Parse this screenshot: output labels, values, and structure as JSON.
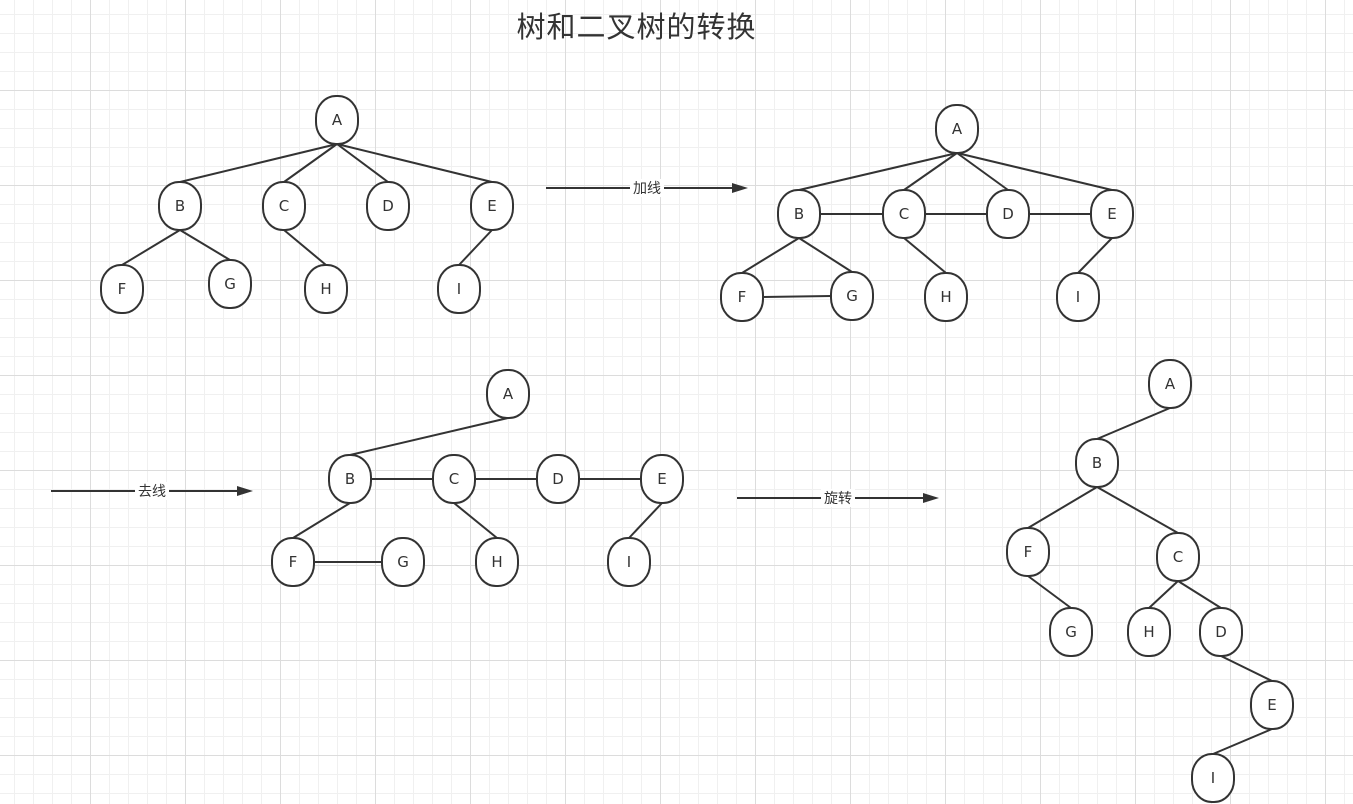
{
  "title": "树和二叉树的转换",
  "colors": {
    "stroke": "#333333",
    "background": "#ffffff",
    "grid": "#dcdcdc"
  },
  "steps": [
    {
      "name": "original-tree",
      "nodes": [
        "A",
        "B",
        "C",
        "D",
        "E",
        "F",
        "G",
        "H",
        "I"
      ],
      "edges": [
        [
          "A",
          "B"
        ],
        [
          "A",
          "C"
        ],
        [
          "A",
          "D"
        ],
        [
          "A",
          "E"
        ],
        [
          "B",
          "F"
        ],
        [
          "B",
          "G"
        ],
        [
          "C",
          "H"
        ],
        [
          "E",
          "I"
        ]
      ]
    },
    {
      "name": "add-lines",
      "nodes": [
        "A",
        "B",
        "C",
        "D",
        "E",
        "F",
        "G",
        "H",
        "I"
      ],
      "edges": [
        [
          "A",
          "B"
        ],
        [
          "A",
          "C"
        ],
        [
          "A",
          "D"
        ],
        [
          "A",
          "E"
        ],
        [
          "B",
          "C"
        ],
        [
          "C",
          "D"
        ],
        [
          "D",
          "E"
        ],
        [
          "B",
          "F"
        ],
        [
          "B",
          "G"
        ],
        [
          "F",
          "G"
        ],
        [
          "C",
          "H"
        ],
        [
          "E",
          "I"
        ]
      ]
    },
    {
      "name": "remove-lines",
      "nodes": [
        "A",
        "B",
        "C",
        "D",
        "E",
        "F",
        "G",
        "H",
        "I"
      ],
      "edges": [
        [
          "A",
          "B"
        ],
        [
          "B",
          "C"
        ],
        [
          "C",
          "D"
        ],
        [
          "D",
          "E"
        ],
        [
          "B",
          "F"
        ],
        [
          "F",
          "G"
        ],
        [
          "C",
          "H"
        ],
        [
          "E",
          "I"
        ]
      ]
    },
    {
      "name": "rotate",
      "nodes": [
        "A",
        "B",
        "F",
        "C",
        "G",
        "H",
        "D",
        "E",
        "I"
      ],
      "edges": [
        [
          "A",
          "B"
        ],
        [
          "B",
          "F"
        ],
        [
          "B",
          "C"
        ],
        [
          "F",
          "G"
        ],
        [
          "C",
          "H"
        ],
        [
          "C",
          "D"
        ],
        [
          "D",
          "E"
        ],
        [
          "E",
          "I"
        ]
      ]
    }
  ],
  "arrows": [
    {
      "name": "arrow-add-lines",
      "label": "加线"
    },
    {
      "name": "arrow-remove-lines",
      "label": "去线"
    },
    {
      "name": "arrow-rotate",
      "label": "旋转"
    }
  ]
}
